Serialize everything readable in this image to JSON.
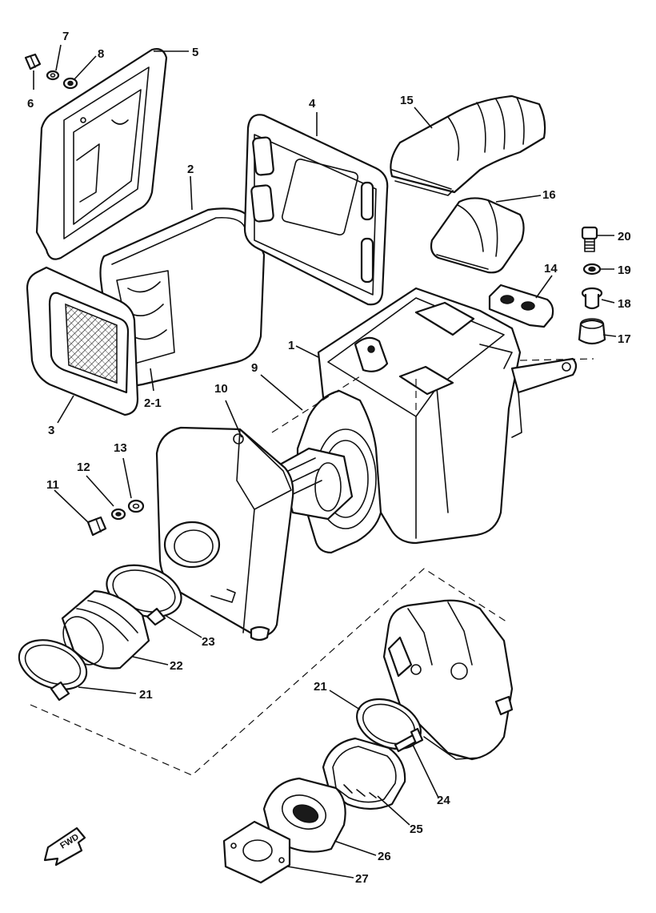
{
  "callouts": {
    "c1": "1",
    "c2": "2",
    "c2_1": "2-1",
    "c3": "3",
    "c4": "4",
    "c5": "5",
    "c6": "6",
    "c7": "7",
    "c8": "8",
    "c9": "9",
    "c10": "10",
    "c11": "11",
    "c12": "12",
    "c13": "13",
    "c14": "14",
    "c15": "15",
    "c16": "16",
    "c17": "17",
    "c18": "18",
    "c19": "19",
    "c20": "20",
    "c21a": "21",
    "c21b": "21",
    "c22": "22",
    "c23": "23",
    "c24": "24",
    "c25": "25",
    "c26": "26",
    "c27": "27"
  },
  "direction_marker": {
    "label": "FWD"
  },
  "colors": {
    "ink": "#111111",
    "paper": "#ffffff"
  }
}
